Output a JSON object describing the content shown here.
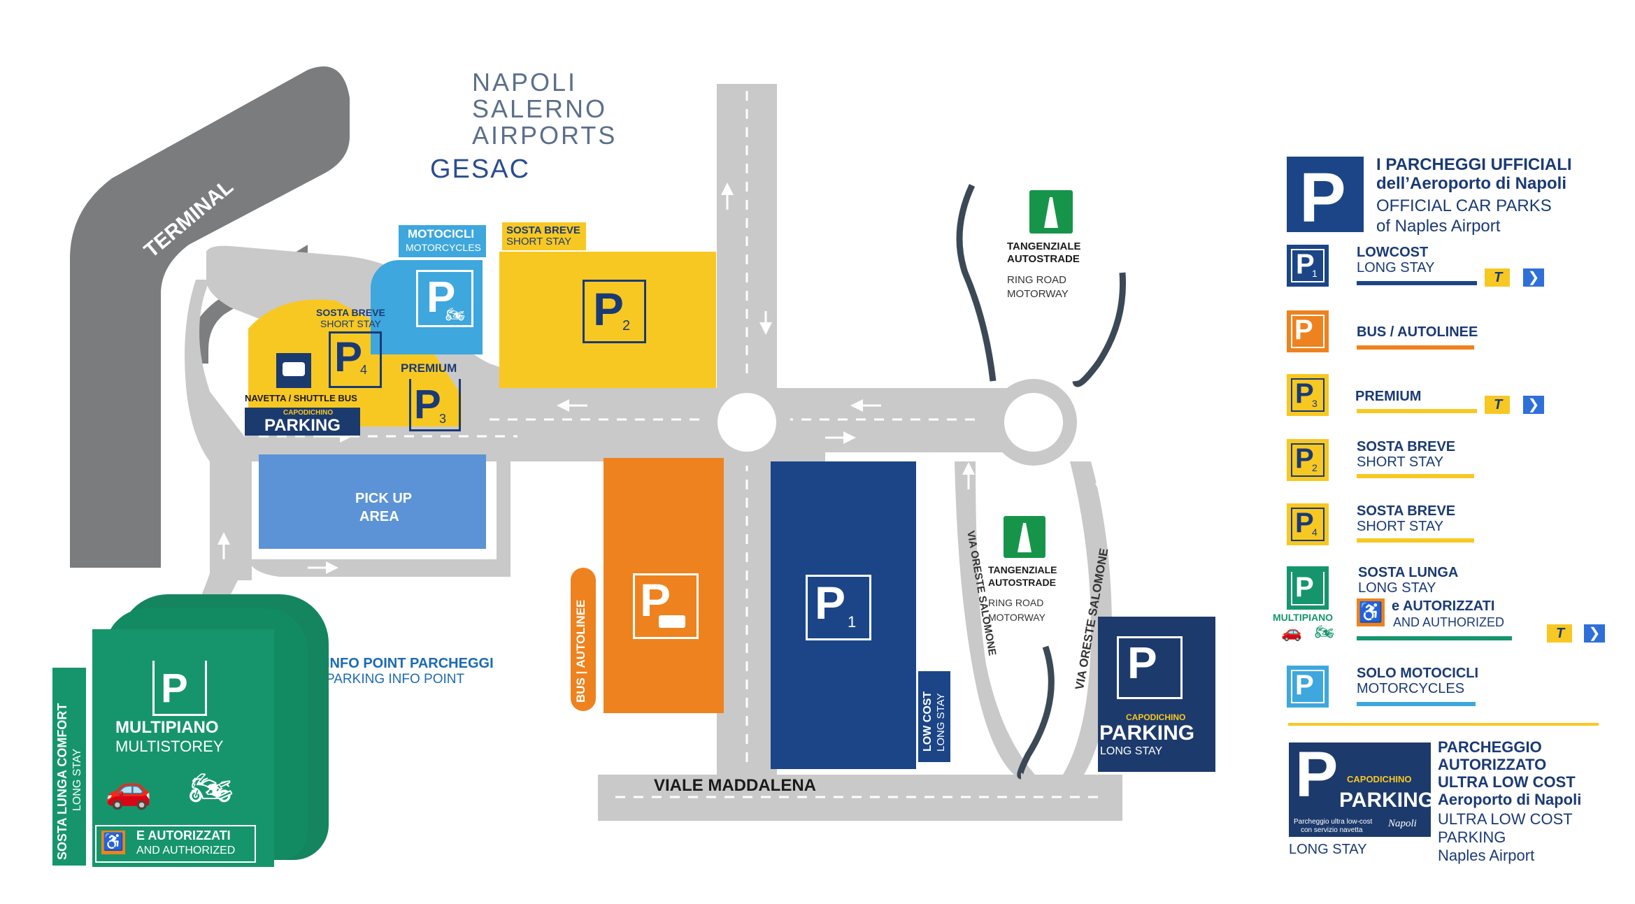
{
  "brand": {
    "line1": "NAPOLI",
    "line2": "SALERNO",
    "line3": "AIRPORTS",
    "line4": "GESAC"
  },
  "map": {
    "terminal": "TERMINAL",
    "motocicli": {
      "title": "MOTOCICLI",
      "sub": "MOTORCYCLES"
    },
    "sosta_breve_p2": {
      "title": "SOSTA BREVE",
      "sub": "SHORT STAY"
    },
    "sosta_breve_p4": {
      "title": "SOSTA BREVE",
      "sub": "SHORT STAY"
    },
    "premium": "PREMIUM",
    "navetta": "NAVETTA / SHUTTLE BUS",
    "capodichino_small": "CAPODICHINO",
    "parking_word": "PARKING",
    "pickup": [
      "PICK UP",
      "AREA"
    ],
    "bus_autolinee": "BUS | AUTOLINEE",
    "low_cost": [
      "LOW COST",
      "LONG STAY"
    ],
    "via_oreste_left": "VIA ORESTE SALOMONE",
    "via_oreste_right": "VIA ORESTE SALOMONE",
    "viale_maddalena": "VIALE MADDALENA",
    "tangenziale_top": {
      "line1": "TANGENZIALE",
      "line2": "AUTOSTRADE",
      "line3": "RING ROAD",
      "line4": "MOTORWAY"
    },
    "tangenziale_mid": {
      "line1": "TANGENZIALE",
      "line2": "AUTOSTRADE",
      "line3": "RING ROAD",
      "line4": "MOTORWAY"
    },
    "info_point": {
      "title": "INFO POINT PARCHEGGI",
      "sub": "PARKING INFO POINT"
    },
    "multipiano": {
      "title": "MULTIPIANO",
      "sub": "MULTISTOREY",
      "auth": "E AUTORIZZATI",
      "auth_sub": "AND AUTHORIZED"
    },
    "sosta_lunga_comfort": {
      "title": "SOSTA LUNGA COMFORT",
      "sub": "LONG STAY"
    },
    "capodichino_long": {
      "small": "CAPODICHINO",
      "word": "PARKING",
      "sub": "LONG STAY"
    },
    "p_letter": "P",
    "subs": {
      "p1": "1",
      "p2": "2",
      "p3": "3",
      "p4": "4"
    }
  },
  "legend": {
    "header": {
      "line1": "I PARCHEGGI UFFICIALI",
      "line2": "dell’Aeroporto di Napoli",
      "line3": "OFFICIAL CAR PARKS",
      "line4": "of Naples Airport"
    },
    "items": [
      {
        "title": "LOWCOST",
        "sub": "LONG STAY",
        "badge": "1"
      },
      {
        "title": "BUS / AUTOLINEE",
        "sub": ""
      },
      {
        "title": "PREMIUM",
        "sub": "",
        "badge": "3"
      },
      {
        "title": "SOSTA BREVE",
        "sub": "SHORT STAY",
        "badge": "2"
      },
      {
        "title": "SOSTA BREVE",
        "sub": "SHORT STAY",
        "badge": "4"
      },
      {
        "title": "SOSTA LUNGA",
        "sub": "LONG STAY",
        "auth": "e AUTORIZZATI",
        "auth_sub": "AND AUTHORIZED",
        "icon_label": "MULTIPIANO"
      },
      {
        "title": "SOLO MOTOCICLI",
        "sub": "MOTORCYCLES"
      }
    ],
    "telepass": "T",
    "ultra": {
      "small": "CAPODICHINO",
      "word": "PARKING",
      "tagline1": "Parcheggio ultra low-cost",
      "tagline2": "con servizio navetta",
      "napoli": "Napoli",
      "long_stay": "LONG STAY",
      "line1": "PARCHEGGIO",
      "line2": "AUTORIZZATO",
      "line3": "ULTRA LOW COST",
      "line4": "Aeroporto di Napoli",
      "line5": "ULTRA LOW COST",
      "line6": "PARKING",
      "line7": "Naples Airport"
    }
  },
  "colors": {
    "navy": "#1b4587",
    "yellow": "#f8c822",
    "orange": "#ee821e",
    "green": "#16956c",
    "lightblue": "#3ea7dd",
    "pickup": "#5b93d6",
    "road": "#c9c9c9",
    "terminal": "#7a7c7e"
  }
}
